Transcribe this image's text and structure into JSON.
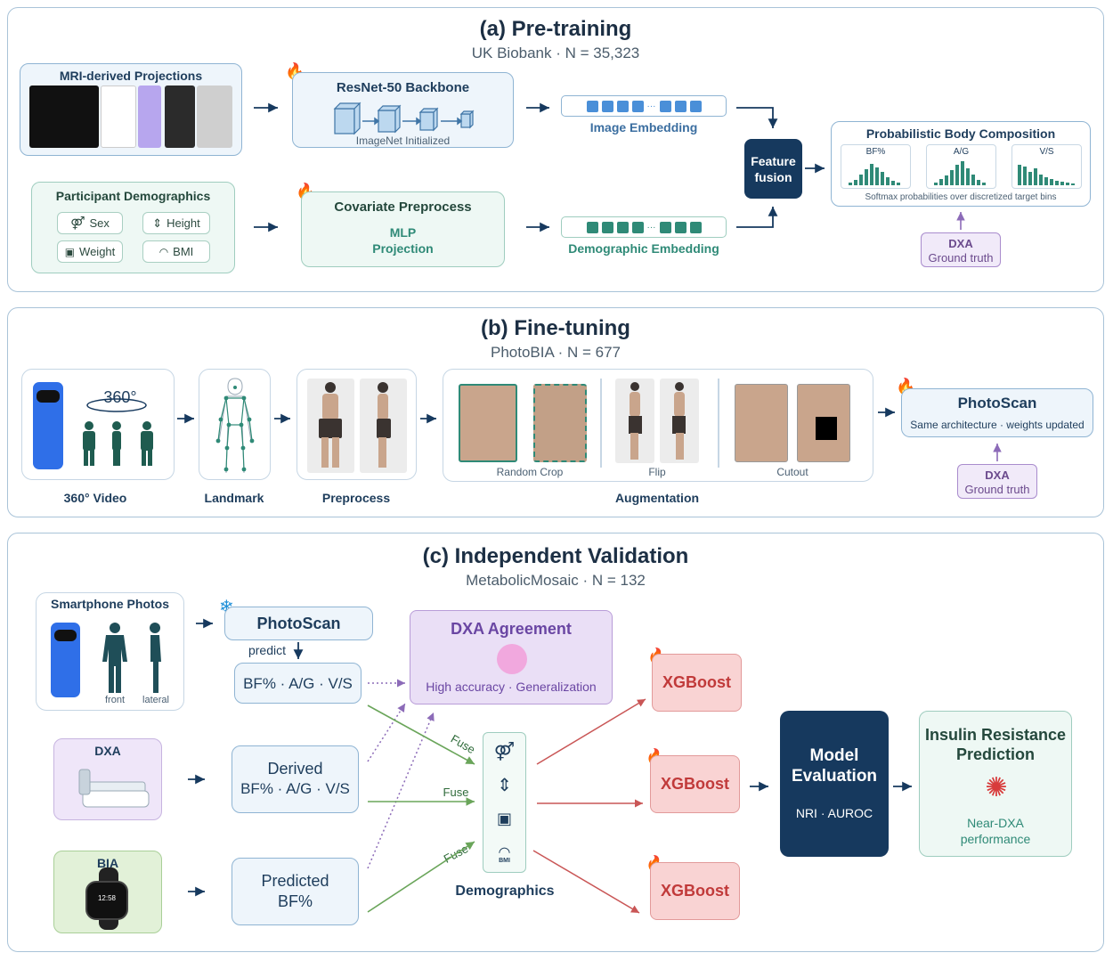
{
  "panel_a": {
    "title": "(a) Pre-training",
    "subtitle": "UK Biobank · N = 35,323",
    "mri_title": "MRI-derived Projections",
    "backbone_title": "ResNet-50 Backbone",
    "backbone_sub": "ImageNet Initialized",
    "image_embedding": "Image Embedding",
    "demo_title": "Participant Demographics",
    "chips": [
      "Sex",
      "Height",
      "Weight",
      "BMI"
    ],
    "covariate_title": "Covariate Preprocess",
    "mlp_line1": "MLP",
    "mlp_line2": "Projection",
    "demo_embedding": "Demographic Embedding",
    "fusion_line1": "Feature",
    "fusion_line2": "fusion",
    "prob_title": "Probabilistic Body Composition",
    "bins": [
      "BF%",
      "A/G",
      "V/S"
    ],
    "prob_caption": "Softmax probabilities over discretized target bins",
    "dxa_title": "DXA",
    "dxa_sub": "Ground truth",
    "ellipsis": "···"
  },
  "panel_b": {
    "title": "(b) Fine-tuning",
    "subtitle": "PhotoBIA · N = 677",
    "video_label": "360° Video",
    "angle": "360°",
    "landmark_label": "Landmark",
    "preprocess_label": "Preprocess",
    "random_crop": "Random Crop",
    "flip": "Flip",
    "cutout": "Cutout",
    "augmentation_label": "Augmentation",
    "photoscan_title": "PhotoScan",
    "photoscan_sub": "Same architecture · weights updated",
    "dxa_title": "DXA",
    "dxa_sub": "Ground truth"
  },
  "panel_c": {
    "title": "(c) Independent Validation",
    "subtitle": "MetabolicMosaic · N = 132",
    "smartphone_title": "Smartphone Photos",
    "front": "front",
    "lateral": "lateral",
    "photoscan": "PhotoScan",
    "predict": "predict",
    "outputs": "BF% · A/G · V/S",
    "agreement_title": "DXA Agreement",
    "agreement_sub": "High accuracy · Generalization",
    "dxa": "DXA",
    "derived_line1": "Derived",
    "derived_line2": "BF% · A/G · V/S",
    "bia": "BIA",
    "predicted_line1": "Predicted",
    "predicted_line2": "BF%",
    "fuse": "Fuse",
    "demographics": "Demographics",
    "bmi_icon_text": "BMI",
    "watch_time": "12:58",
    "xgboost": "XGBoost",
    "eval_line1": "Model",
    "eval_line2": "Evaluation",
    "eval_sub": "NRI · AUROC",
    "ir_line1": "Insulin Resistance",
    "ir_line2": "Prediction",
    "ir_sub1": "Near-DXA",
    "ir_sub2": "performance"
  },
  "colors": {
    "navy": "#16395e",
    "teal": "#2f8a77",
    "purple": "#7a4fa6",
    "red": "#c13a3a",
    "blue": "#2f6fe8"
  }
}
